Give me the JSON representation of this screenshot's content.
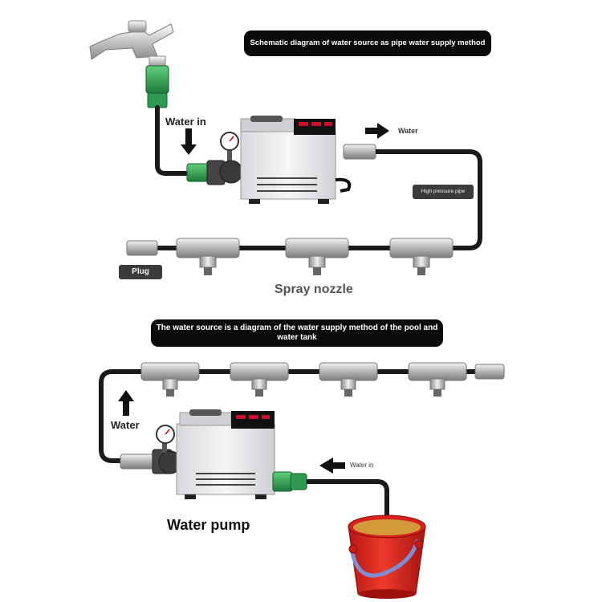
{
  "top": {
    "banner": "Schematic diagram of water source as pipe water supply method",
    "water_in": "Water in",
    "water_out": "Water",
    "pipe_tag": "High pressure pipe",
    "plug_tag": "Plug",
    "nozzle_label": "Spray nozzle"
  },
  "bottom": {
    "banner": "The water source is a diagram of the water supply method of the pool and water tank",
    "water_label": "Water",
    "water_in": "Water in",
    "pump_label": "Water pump"
  },
  "colors": {
    "banner_bg": "#0b0b0b",
    "pipe": "#1a1a1a",
    "connector": "#2e9a4f",
    "bucket": "#d8211d",
    "bucket_handle": "#7b8fd6",
    "pump_body": "#e9e9ec",
    "display": "#c8102e"
  }
}
